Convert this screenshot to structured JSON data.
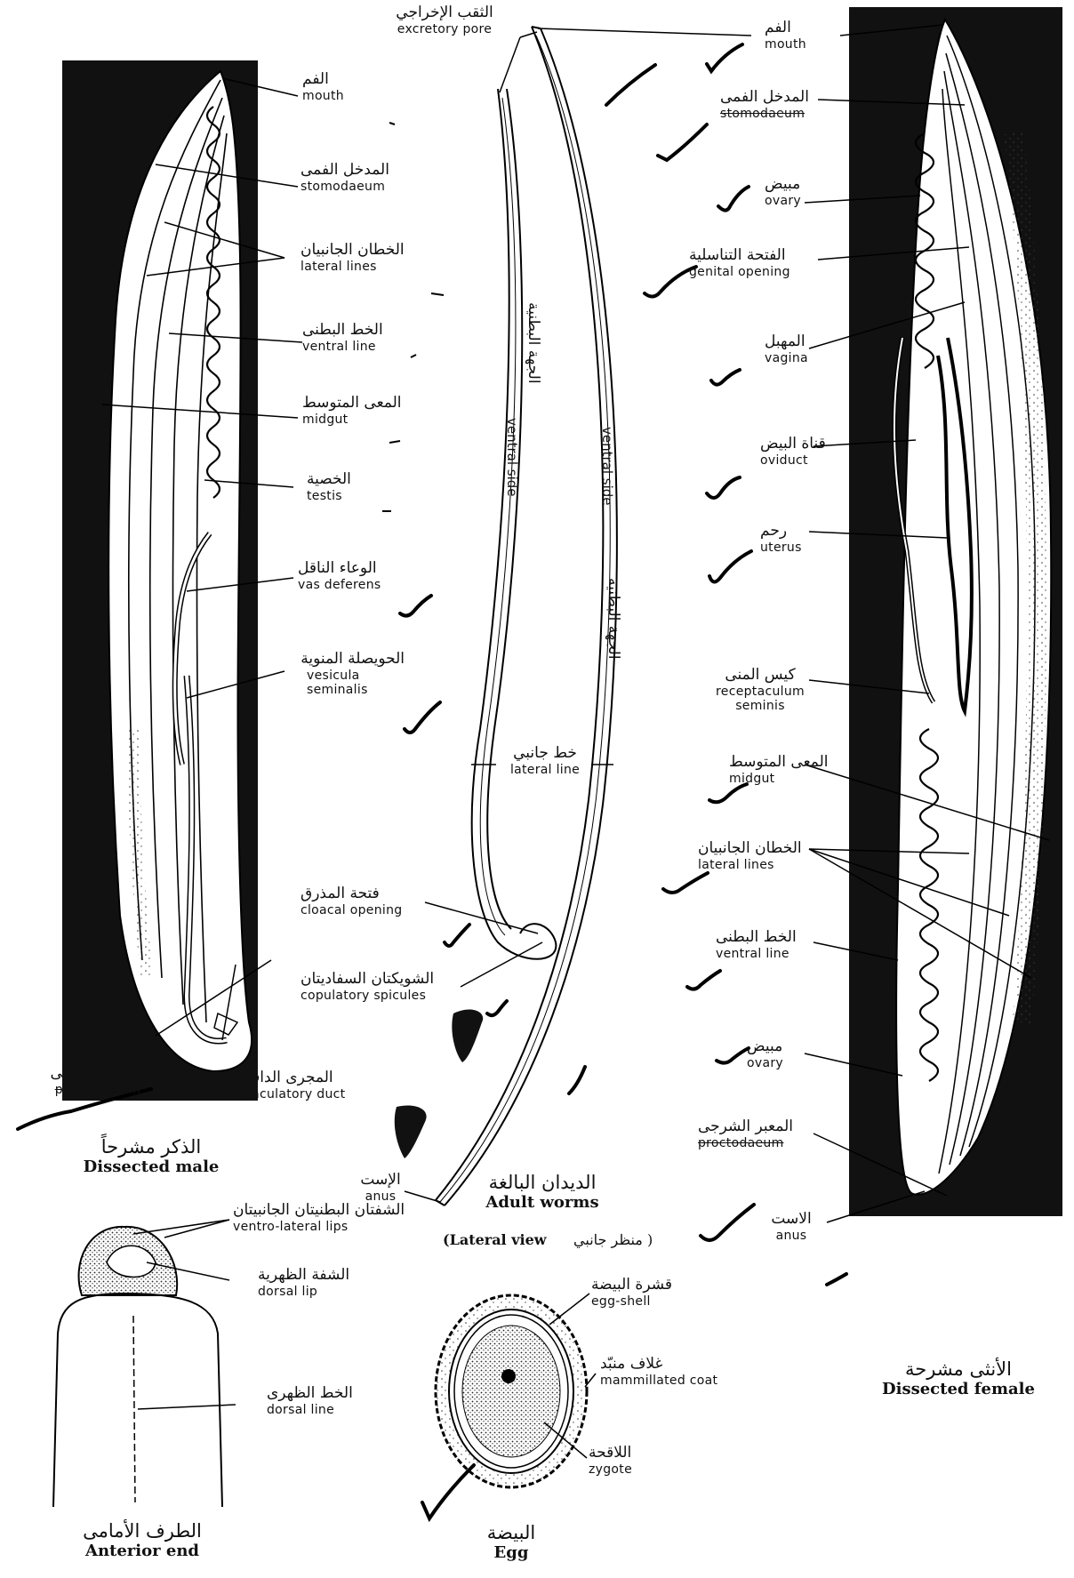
{
  "male": {
    "caption_ar": "الذكر مشرحاً",
    "caption_en": "Dissected male",
    "labels": [
      {
        "ar": "الفم",
        "en": "mouth"
      },
      {
        "ar": "المدخل الفمى",
        "en": "stomodaeum"
      },
      {
        "ar": "الخطان الجانبيان",
        "en": "lateral lines"
      },
      {
        "ar": "الخط البطنى",
        "en": "ventral line"
      },
      {
        "ar": "المعى المتوسط",
        "en": "midgut"
      },
      {
        "ar": "الخصية",
        "en": "testis"
      },
      {
        "ar": "الوعاء الناقل",
        "en": "vas deferens"
      },
      {
        "ar": "الحويصلة المنوية",
        "en": "vesicula seminalis"
      },
      {
        "ar": "المعبر الشرجى",
        "en": "proctodaeum"
      },
      {
        "ar": "المجرى الدافق",
        "en": "ejaculatory duct"
      }
    ]
  },
  "adult": {
    "caption_ar": "الديدان البالغة",
    "caption_en": "Adult worms",
    "lateral_view_en": "(Lateral view",
    "lateral_view_ar": "منظر جانبي )",
    "vertical_texts": {
      "ventral_side_en": "ventral side",
      "ventral_side_ar": "الجهة البطنية"
    },
    "labels": [
      {
        "ar": "الثقب الإخراجي",
        "en": "excretory pore"
      },
      {
        "ar": "خط جانبي",
        "en": "lateral line"
      },
      {
        "ar": "فتحة المذرق",
        "en": "cloacal opening"
      },
      {
        "ar": "الشويكتان السفاديتان",
        "en": "copulatory spicules"
      },
      {
        "ar": "الإست",
        "en": "anus"
      }
    ]
  },
  "female": {
    "caption_ar": "الأنثى مشرحة",
    "caption_en": "Dissected female",
    "labels": [
      {
        "ar": "الفم",
        "en": "mouth"
      },
      {
        "ar": "المدخل الفمى",
        "en": "stomodaeum"
      },
      {
        "ar": "مبيض",
        "en": "ovary"
      },
      {
        "ar": "الفتحة التناسلية",
        "en": "genital opening"
      },
      {
        "ar": "المهبل",
        "en": "vagina"
      },
      {
        "ar": "قناة البيض",
        "en": "oviduct"
      },
      {
        "ar": "رحم",
        "en": "uterus"
      },
      {
        "ar": "كيس المنى",
        "en": "receptaculum seminis"
      },
      {
        "ar": "المعى المتوسط",
        "en": "midgut"
      },
      {
        "ar": "الخطان الجانبيان",
        "en": "lateral lines"
      },
      {
        "ar": "الخط البطنى",
        "en": "ventral line"
      },
      {
        "ar": "مبيض",
        "en": "ovary"
      },
      {
        "ar": "المعبر الشرجى",
        "en": "proctodaeum"
      },
      {
        "ar": "الاست",
        "en": "anus"
      }
    ]
  },
  "anterior": {
    "caption_ar": "الطرف الأمامى",
    "caption_en": "Anterior end",
    "labels": [
      {
        "ar": "الشفتان البطنيتان الجانبيتان",
        "en": "ventro-lateral lips"
      },
      {
        "ar": "الشفة الظهرية",
        "en": "dorsal lip"
      },
      {
        "ar": "الخط الظهرى",
        "en": "dorsal line"
      }
    ]
  },
  "egg": {
    "caption_ar": "البيضة",
    "caption_en": "Egg",
    "labels": [
      {
        "ar": "قشرة البيضة",
        "en": "egg-shell"
      },
      {
        "ar": "غلاف منبّد",
        "en": "mammillated coat"
      },
      {
        "ar": "اللاقحة",
        "en": "zygote"
      }
    ]
  }
}
